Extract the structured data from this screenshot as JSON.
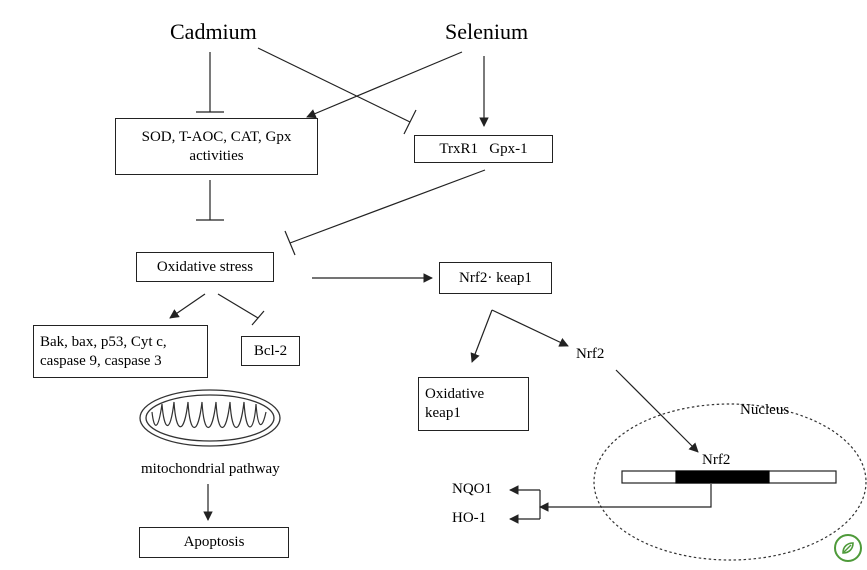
{
  "nodes": {
    "cadmium": "Cadmium",
    "selenium": "Selenium",
    "antioxidant_line1": "SOD, T-AOC, CAT, Gpx",
    "antioxidant_line2": "activities",
    "trxr1_gpx1": "TrxR1   Gpx-1",
    "oxidative_stress": "Oxidative stress",
    "nrf2_keap1": "Nrf2· keap1",
    "bak_line1": "Bak, bax, p53, Cyt c,",
    "bak_line2": "caspase 9, caspase 3",
    "bcl2": "Bcl-2",
    "nrf2_free": "Nrf2",
    "oxidative_keap1_line1": "Oxidative",
    "oxidative_keap1_line2": "keap1",
    "nucleus": "Nucleus",
    "nrf2_nucleus": "Nrf2",
    "mito_pathway": "mitochondrial pathway",
    "nqo1": "NQO1",
    "ho1": "HO-1",
    "apoptosis": "Apoptosis"
  },
  "icons": {
    "mitochondrion": "mitochondrion-icon",
    "logo": "leaf-logo-icon"
  },
  "colors": {
    "line": "#222222",
    "dna_band": "#000000",
    "logo_green": "#4e9a3a"
  }
}
